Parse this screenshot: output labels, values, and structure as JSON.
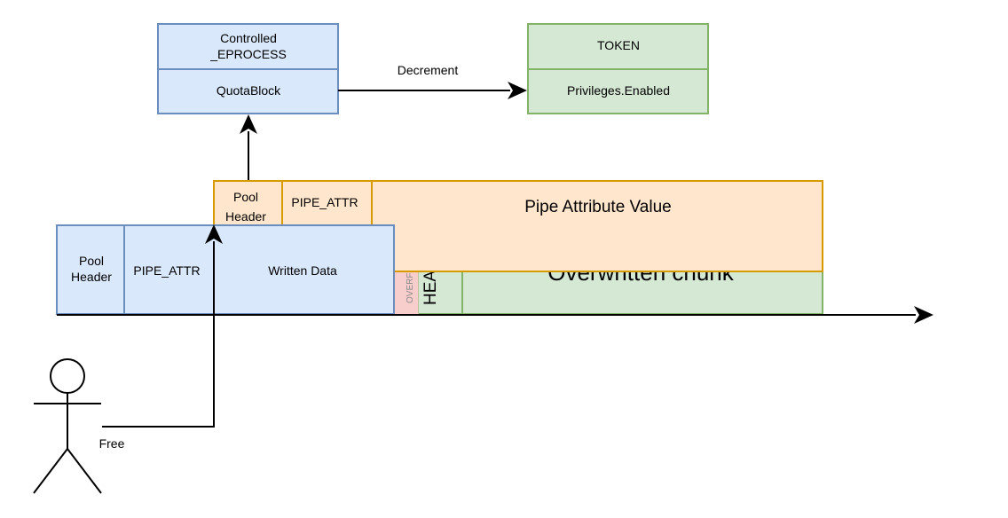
{
  "eprocess": {
    "title_line1": "Controlled",
    "title_line2": "_EPROCESS",
    "field": "QuotaBlock"
  },
  "token": {
    "title": "TOKEN",
    "field": "Privileges.Enabled"
  },
  "decrement_label": "Decrement",
  "fake_chunk": {
    "pool_header_line1": "Pool",
    "pool_header_line2": "Header",
    "pipe_attr": "PIPE_ATTR",
    "value": "Pipe Attribute Value"
  },
  "written_chunk": {
    "pool_header_line1": "Pool",
    "pool_header_line2": "Header",
    "pipe_attr": "PIPE_ATTR",
    "data": "Written Data"
  },
  "overwritten": {
    "overflow_label": "OVERFLOW",
    "header_label": "HEADER",
    "chunk_label": "Overwritten chunk"
  },
  "actor_action": "Free",
  "colors": {
    "blue_fill": "#dae8fc",
    "blue_stroke": "#6c8ebf",
    "green_fill": "#d5e8d4",
    "green_stroke": "#82b366",
    "orange_fill": "#ffe6cc",
    "orange_stroke": "#d79b00",
    "red_fill": "#f8cecc",
    "red_stroke": "#b85450"
  }
}
